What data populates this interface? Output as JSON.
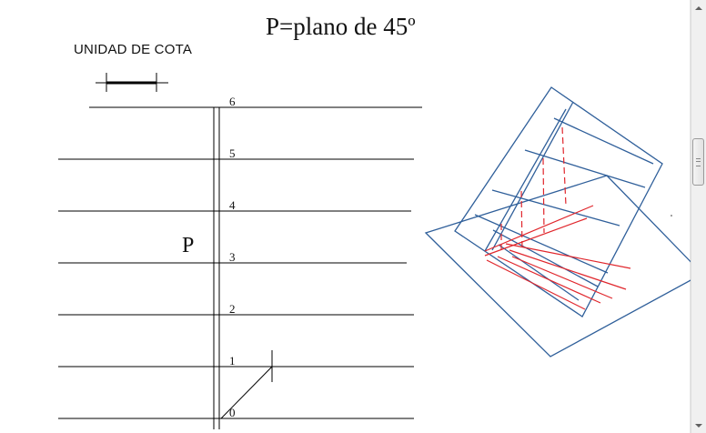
{
  "document": {
    "title": "P=plano de 45º",
    "cota_unit_label": "UNIDAD DE COTA",
    "plane_label": "P",
    "elevations": [
      "6",
      "5",
      "4",
      "3",
      "2",
      "1",
      "0"
    ]
  },
  "colors": {
    "ink": "#000000",
    "plane_edge": "#2f5f9a",
    "projection": "#e0262c"
  },
  "scrollbar": {
    "up_icon": "scroll-up-arrow-icon",
    "down_icon": "scroll-down-arrow-icon",
    "thumb_icon": "scroll-grip-icon"
  }
}
